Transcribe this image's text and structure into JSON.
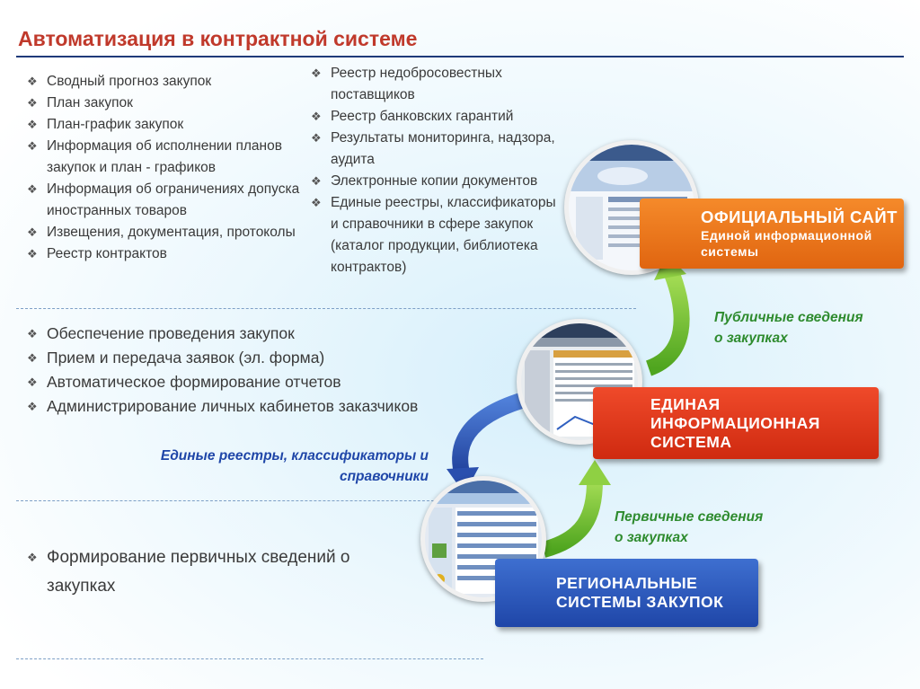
{
  "title": "Автоматизация в контрактной системе",
  "lists": {
    "left": [
      "Сводный прогноз закупок",
      "План закупок",
      "План-график закупок",
      "Информация об исполнении планов закупок и план - графиков",
      "Информация об ограничениях допуска иностранных товаров",
      "Извещения, документация, протоколы",
      "Реестр контрактов"
    ],
    "right": [
      "Реестр недобросовестных поставщиков",
      "Реестр банковских гарантий",
      "Результаты мониторинга, надзора, аудита",
      "Электронные копии документов",
      "Единые реестры, классификаторы и справочники в сфере закупок (каталог продукции, библиотека контрактов)"
    ],
    "middle": [
      "Обеспечение проведения закупок",
      "Прием и передача заявок (эл. форма)",
      "Автоматическое формирование отчетов",
      "Администрирование личных кабинетов заказчиков"
    ],
    "bottom": [
      "Формирование первичных сведений о закупках"
    ]
  },
  "boxes": {
    "site": {
      "line1": "ОФИЦИАЛЬНЫЙ САЙТ",
      "line2": "Единой информационной",
      "line3": "системы",
      "color": "#e87a1c"
    },
    "eis": {
      "line1": "ЕДИНАЯ",
      "line2": "ИНФОРМАЦИОННАЯ",
      "line3": "СИСТЕМА",
      "color": "#e03a1d"
    },
    "regional": {
      "line1": "РЕГИОНАЛЬНЫЕ",
      "line2": "СИСТЕМЫ ЗАКУПОК",
      "color": "#2a55b8"
    }
  },
  "arrow_labels": {
    "public": {
      "line1": "Публичные сведения",
      "line2": "о закупках"
    },
    "primary": {
      "line1": "Первичные сведения",
      "line2": "о закупках"
    },
    "registries": {
      "line1": "Единые реестры, классификаторы и",
      "line2": "справочники"
    }
  },
  "colors": {
    "title": "#c0392b",
    "green_arrow": "#6cbf2f",
    "blue_arrow": "#2a55b8"
  }
}
